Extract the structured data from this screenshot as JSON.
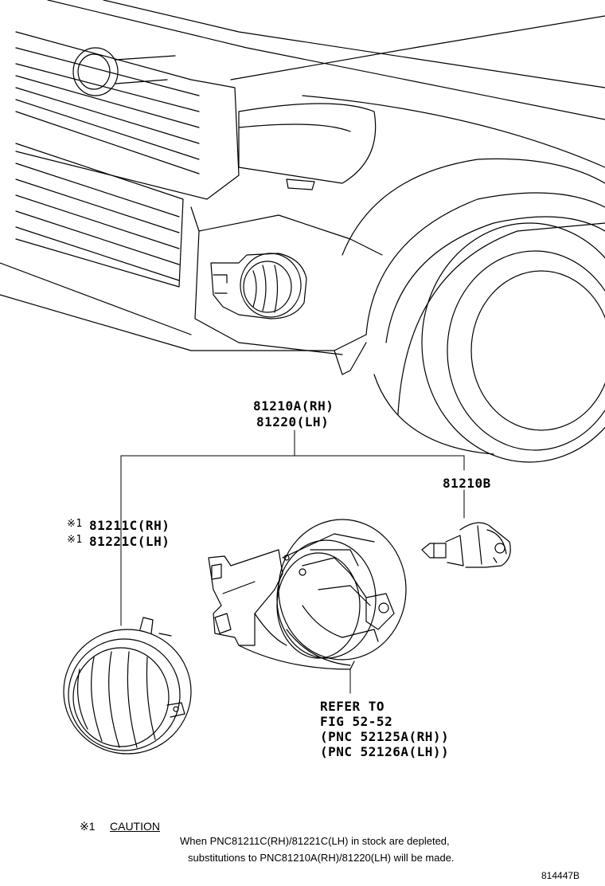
{
  "labels": {
    "part_assembly_rh": "81210A(RH)",
    "part_assembly_lh": "81220(LH)",
    "bulb": "81210B",
    "lens_rh_mark": "※1",
    "lens_rh": "81211C(RH)",
    "lens_lh_mark": "※1",
    "lens_lh": "81221C(LH)",
    "refer_line1": "REFER TO",
    "refer_line2": "FIG 52-52",
    "refer_line3": "(PNC 52125A(RH))",
    "refer_line4": "(PNC 52126A(LH))"
  },
  "caution": {
    "mark": "※1",
    "title": "CAUTION",
    "line1": "When PNC81211C(RH)/81221C(LH) in stock are depleted,",
    "line2": "substitutions to PNC81210A(RH)/81220(LH) will be made."
  },
  "figure_id": "814447B"
}
